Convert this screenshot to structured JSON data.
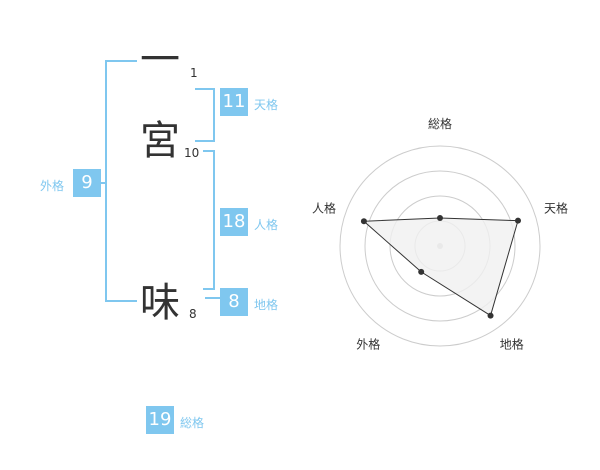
{
  "name": {
    "chars": [
      {
        "char": "一",
        "strokes": "1"
      },
      {
        "char": "宮",
        "strokes": "10"
      },
      {
        "char": "味",
        "strokes": "8"
      }
    ]
  },
  "kaku": {
    "tenkaku": {
      "value": "11",
      "label": "天格"
    },
    "jinkaku": {
      "value": "18",
      "label": "人格"
    },
    "chikaku": {
      "value": "8",
      "label": "地格"
    },
    "gaikaku": {
      "value": "9",
      "label": "外格"
    },
    "soukaku": {
      "value": "19",
      "label": "総格"
    }
  },
  "colors": {
    "accent": "#7fc7ef",
    "text": "#333333",
    "grid": "#cccccc",
    "fill": "#f0f0f0"
  },
  "chart_data": {
    "type": "radar",
    "axes": [
      "総格",
      "天格",
      "地格",
      "外格",
      "人格"
    ],
    "values": [
      1.4,
      4.1,
      4.3,
      1.6,
      4.0
    ],
    "range": [
      0,
      5
    ],
    "rings": 4
  }
}
